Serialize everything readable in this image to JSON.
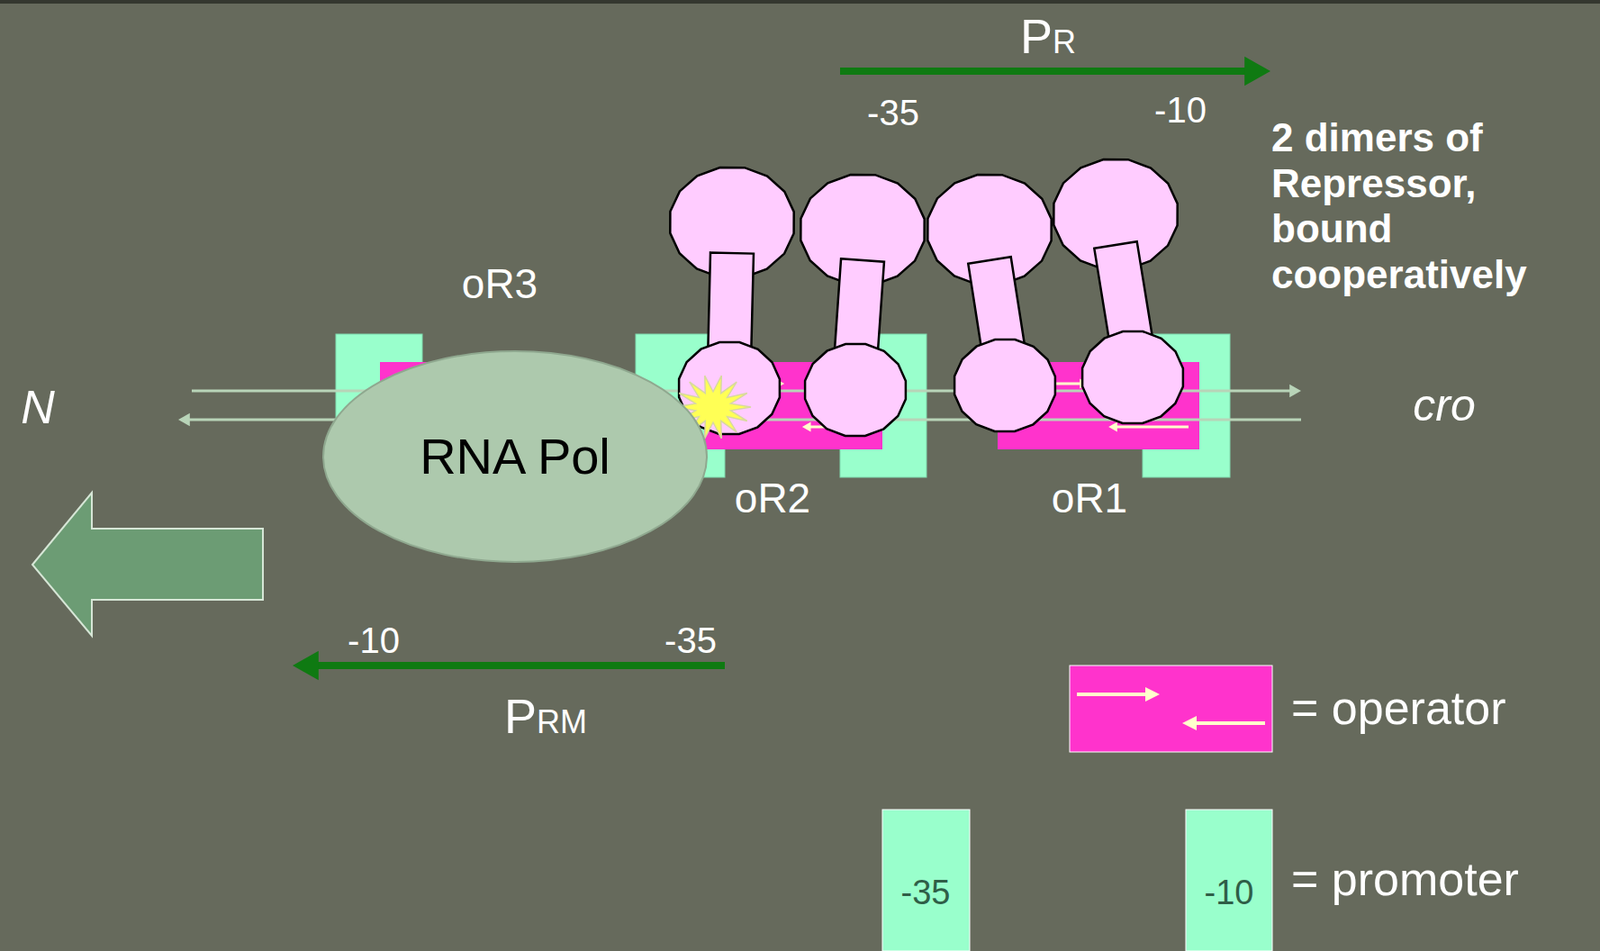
{
  "diagram": {
    "nodes": [
      {
        "text": [
          "RNA Pol"
        ]
      }
    ],
    "labels": [
      "PR",
      "-35",
      "-10",
      "2 dimers of Repressor, bound cooperatively",
      "oR3",
      "N",
      "cro",
      "oR2",
      "oR1",
      "-10",
      "-35",
      "PRM",
      "-35",
      "-10"
    ],
    "legend": [
      {
        "text": "= operator",
        "color": "#ff33cc"
      },
      {
        "text": "= promoter",
        "color": "#99ffcc"
      }
    ]
  }
}
